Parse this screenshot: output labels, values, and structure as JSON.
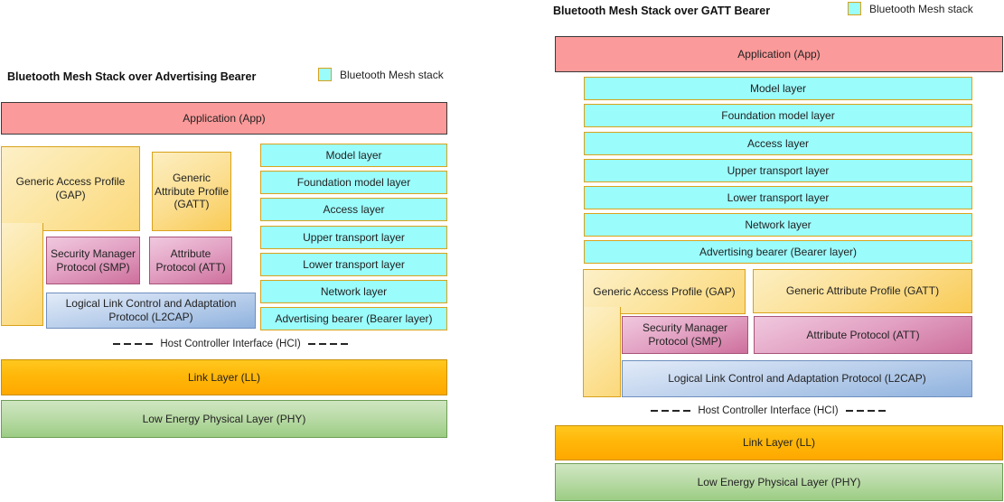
{
  "legend": {
    "swatch_color": "#9BFCFC",
    "swatch_border": "#D9A21B",
    "label": "Bluetooth Mesh stack"
  },
  "hci": {
    "label": "Host Controller Interface (HCI)",
    "left_dash_count": 4,
    "right_dash_count": 4
  },
  "left": {
    "title": "Bluetooth Mesh Stack over Advertising Bearer",
    "application": "Application (App)",
    "gap": "Generic Access Profile\n(GAP)",
    "gap_line1": "Generic Access Profile",
    "gap_line2": "(GAP)",
    "gatt_line1": "Generic",
    "gatt_line2": "Attribute Profile",
    "gatt_line3": "(GATT)",
    "smp_line1": "Security Manager",
    "smp_line2": "Protocol (SMP)",
    "att_line1": "Attribute",
    "att_line2": "Protocol (ATT)",
    "l2cap_line1": "Logical Link Control and Adaptation",
    "l2cap_line2": "Protocol (L2CAP)",
    "mesh_layers": [
      "Model layer",
      "Foundation model layer",
      "Access layer",
      "Upper transport layer",
      "Lower transport layer",
      "Network layer",
      "Advertising bearer (Bearer layer)"
    ],
    "link_layer": "Link Layer (LL)",
    "phy": "Low Energy Physical Layer (PHY)"
  },
  "right": {
    "title": "Bluetooth Mesh Stack over GATT Bearer",
    "application": "Application (App)",
    "mesh_layers": [
      "Model layer",
      "Foundation model layer",
      "Access layer",
      "Upper transport layer",
      "Lower transport layer",
      "Network layer",
      "Advertising bearer (Bearer layer)"
    ],
    "gap": "Generic Access Profile (GAP)",
    "gatt": "Generic Attribute Profile (GATT)",
    "smp_line1": "Security Manager",
    "smp_line2": "Protocol (SMP)",
    "att": "Attribute Protocol (ATT)",
    "l2cap": "Logical Link Control and Adaptation Protocol (L2CAP)",
    "link_layer": "Link Layer (LL)",
    "phy": "Low Energy Physical Layer (PHY)"
  },
  "colors": {
    "application": "#FB9A9A",
    "mesh": "#9BFCFC",
    "mesh_border": "#D9A21B",
    "profile": "#FBD87A",
    "smp": "#CD6F9C",
    "l2cap": "#8FB2DE",
    "link_layer": "#FFB709",
    "phy": "#9CCD84"
  }
}
